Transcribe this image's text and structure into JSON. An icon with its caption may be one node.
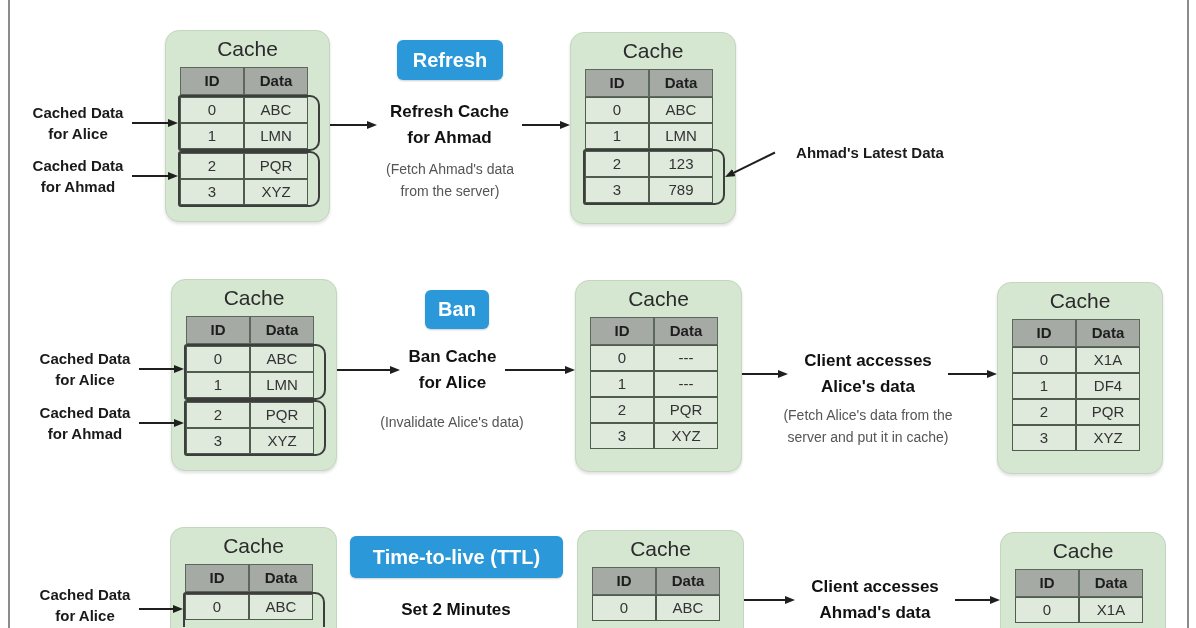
{
  "diagram": {
    "nodes": [
      {
        "text": [
          "Cached Data for Alice"
        ]
      },
      {
        "text": [
          "Cached Data for Ahmad"
        ]
      },
      {
        "text": [
          "Cache",
          "ID",
          "Data"
        ]
      },
      {
        "text": [
          "0",
          "ABC",
          "1",
          "LMN"
        ],
        "in": 2
      },
      {
        "text": [
          "2",
          "PQR",
          "3",
          "XYZ"
        ],
        "in": 2
      },
      {
        "text": [
          "Refresh"
        ]
      },
      {
        "text": [
          "Refresh Cache for Ahmad"
        ],
        "beside": [
          "(Fetch Ahmad's data from the server)"
        ]
      },
      {
        "text": [
          "Cache",
          "ID",
          "Data",
          "0",
          "ABC",
          "1",
          "LMN"
        ]
      },
      {
        "text": [
          "2",
          "123",
          "3",
          "789"
        ],
        "in": 7
      },
      {
        "text": [
          "Ahmad's Latest Data"
        ]
      },
      {
        "text": [
          "Cached Data for Alice"
        ]
      },
      {
        "text": [
          "Cached Data for Ahmad"
        ]
      },
      {
        "text": [
          "Cache",
          "ID",
          "Data"
        ]
      },
      {
        "text": [
          "0",
          "ABC",
          "1",
          "LMN"
        ],
        "in": 12
      },
      {
        "text": [
          "2",
          "PQR",
          "3",
          "XYZ"
        ],
        "in": 12
      },
      {
        "text": [
          "Ban"
        ]
      },
      {
        "text": [
          "Ban Cache for Alice"
        ],
        "beside": [
          "(Invalidate Alice's data)"
        ]
      },
      {
        "text": [
          "Cache",
          "ID",
          "Data",
          "0",
          "---",
          "1",
          "---",
          "2",
          "PQR",
          "3",
          "XYZ"
        ]
      },
      {
        "text": [
          "Client accesses Alice's data"
        ],
        "beside": [
          "(Fetch Alice's data from the server and put it in cache)"
        ]
      },
      {
        "text": [
          "Cache",
          "ID",
          "Data",
          "0",
          "X1A",
          "1",
          "DF4",
          "2",
          "PQR",
          "3",
          "XYZ"
        ]
      },
      {
        "text": [
          "Cached Data for Alice"
        ]
      },
      {
        "text": [
          "Cache",
          "ID",
          "Data"
        ]
      },
      {
        "text": [
          "0",
          "ABC"
        ],
        "in": 21
      },
      {
        "text": [
          "Time-to-live (TTL)"
        ]
      },
      {
        "text": [
          "Set 2 Minutes"
        ]
      },
      {
        "text": [
          "Cache",
          "ID",
          "Data",
          "0",
          "ABC"
        ]
      },
      {
        "text": [
          "Client accesses Ahmad's data"
        ]
      },
      {
        "text": [
          "Cache",
          "ID",
          "Data",
          "0",
          "X1A"
        ]
      }
    ],
    "edges": [
      {
        "from": 0,
        "to": 3,
        "arrow": "to"
      },
      {
        "from": 1,
        "to": 4,
        "arrow": "to"
      },
      {
        "from": 2,
        "to": 6,
        "arrow": "to"
      },
      {
        "from": 6,
        "to": 7,
        "arrow": "to"
      },
      {
        "from": 9,
        "to": 8,
        "arrow": "to"
      },
      {
        "from": 10,
        "to": 13,
        "arrow": "to"
      },
      {
        "from": 11,
        "to": 14,
        "arrow": "to"
      },
      {
        "from": 12,
        "to": 16,
        "arrow": "to"
      },
      {
        "from": 16,
        "to": 17,
        "arrow": "to"
      },
      {
        "from": 17,
        "to": 18,
        "arrow": "to"
      },
      {
        "from": 18,
        "to": 19,
        "arrow": "to"
      },
      {
        "from": 20,
        "to": 22,
        "arrow": "to"
      },
      {
        "from": 25,
        "to": 26,
        "arrow": "to"
      },
      {
        "from": 26,
        "to": 27,
        "arrow": "to"
      }
    ]
  }
}
